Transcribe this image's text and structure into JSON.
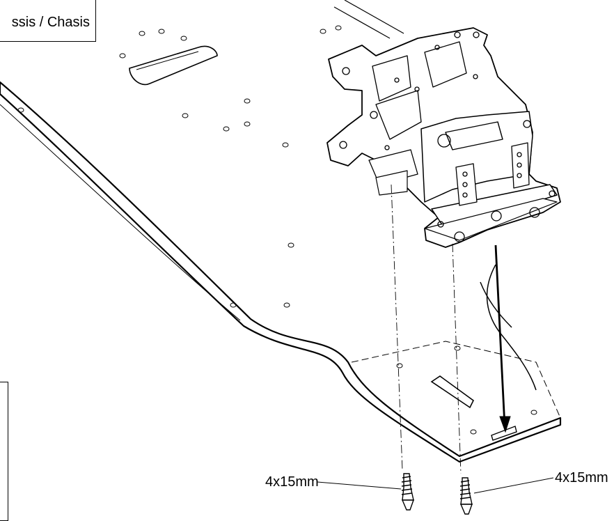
{
  "header": {
    "title": "ssis / Chasis"
  },
  "screws": [
    {
      "label": "4x15mm"
    },
    {
      "label": "4x15mm"
    }
  ],
  "colors": {
    "line": "#000000",
    "background": "#ffffff"
  }
}
